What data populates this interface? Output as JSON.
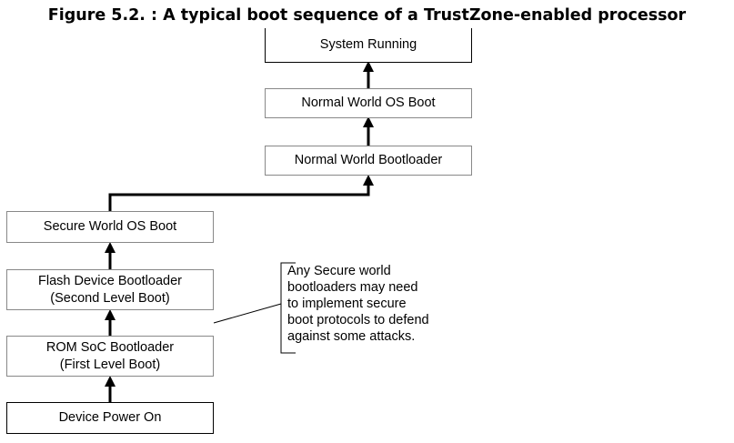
{
  "figure": {
    "caption": "Figure 5.2. : A typical boot sequence of a TrustZone-enabled processor"
  },
  "nodes": {
    "system_running": "System Running",
    "normal_world_os_boot": "Normal World OS Boot",
    "normal_world_bootloader": "Normal World Bootloader",
    "secure_world_os_boot": "Secure World OS Boot",
    "flash_device_bootloader": [
      "Flash Device Bootloader",
      "(Second Level Boot)"
    ],
    "rom_soc_bootloader": [
      "ROM SoC Bootloader",
      "(First Level Boot)"
    ],
    "device_power_on": "Device Power On"
  },
  "annotation": {
    "lines": [
      "Any Secure world",
      "bootloaders may need",
      "to implement secure",
      "boot protocols to defend",
      "against some attacks."
    ]
  }
}
